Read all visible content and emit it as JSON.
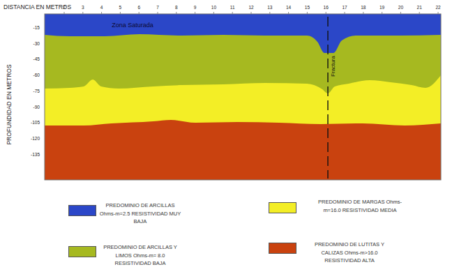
{
  "diagram": {
    "labels": [
      "DISTANCIA EN METROS",
      "2",
      "3",
      "4",
      "5",
      "6",
      "7",
      "8",
      "9",
      "10",
      "11",
      "12",
      "13",
      "14",
      "15",
      "16",
      "17",
      "18",
      "19",
      "20",
      "21",
      "22",
      "-15",
      "-30",
      "-45",
      "-60",
      "-75",
      "-90",
      "-105",
      "-120",
      "-135",
      "Zona Saturada",
      "Fractura",
      "PROFUNDIDAD EN METROS"
    ],
    "legend": [
      {
        "text": "PREDOMINIO DE ARCILLAS Ohms-m=2.5 RESISTIVIDAD MUY BAJA",
        "color": "#2b47c8"
      },
      {
        "text": "PREDOMINIO DE ARCILLAS Y LIMOS Ohms-m= 8.0 RESISTIVIDAD BAJA",
        "color": "#a6b920"
      },
      {
        "text": "PREDOMINIO DE MARGAS Ohms-m=16.0 RESISTIVIDAD MEDIA",
        "color": "#f3ee26"
      },
      {
        "text": "PREDOMINIO DE LUTITAS Y CALIZAS Ohms-m>16.0 RESISTIVIDAD ALTA",
        "color": "#c9420f"
      }
    ]
  }
}
